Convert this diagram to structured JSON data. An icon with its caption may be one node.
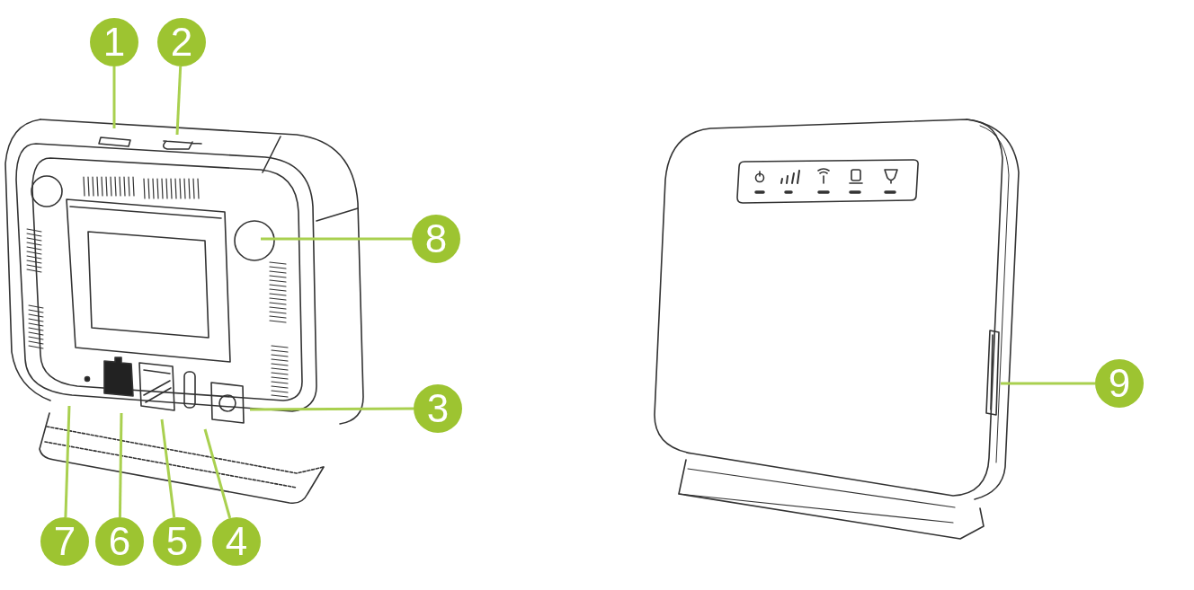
{
  "diagram": {
    "nodes": [
      {
        "text": [
          "1"
        ]
      },
      {
        "text": [
          "2"
        ]
      },
      {
        "text": [
          "3"
        ]
      },
      {
        "text": [
          "4"
        ]
      },
      {
        "text": [
          "5"
        ]
      },
      {
        "text": [
          "6"
        ]
      },
      {
        "text": [
          "7"
        ]
      },
      {
        "text": [
          "8"
        ]
      },
      {
        "text": [
          "9"
        ]
      }
    ],
    "edges": [
      {
        "from": 0,
        "to": null,
        "arrow": "none"
      },
      {
        "from": 1,
        "to": null,
        "arrow": "none"
      },
      {
        "from": 2,
        "to": null,
        "arrow": "none"
      },
      {
        "from": 3,
        "to": null,
        "arrow": "none"
      },
      {
        "from": 4,
        "to": null,
        "arrow": "none"
      },
      {
        "from": 5,
        "to": null,
        "arrow": "none"
      },
      {
        "from": 6,
        "to": null,
        "arrow": "none"
      },
      {
        "from": 7,
        "to": null,
        "arrow": "none"
      },
      {
        "from": 8,
        "to": null,
        "arrow": "none"
      }
    ]
  }
}
